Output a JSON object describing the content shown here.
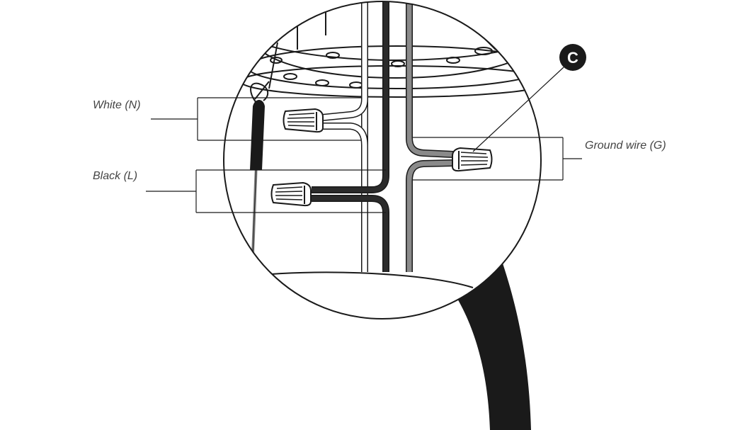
{
  "labels": {
    "white_wire": "White (N)",
    "black_wire": "Black (L)",
    "ground_wire": "Ground wire (G)"
  },
  "callout": {
    "letter": "C"
  },
  "colors": {
    "line": "#1a1a1a",
    "black_wire": "#2b2b2b",
    "ground_wire": "#8a8a8a",
    "white_wire": "#ffffff",
    "label_text": "#444444"
  }
}
